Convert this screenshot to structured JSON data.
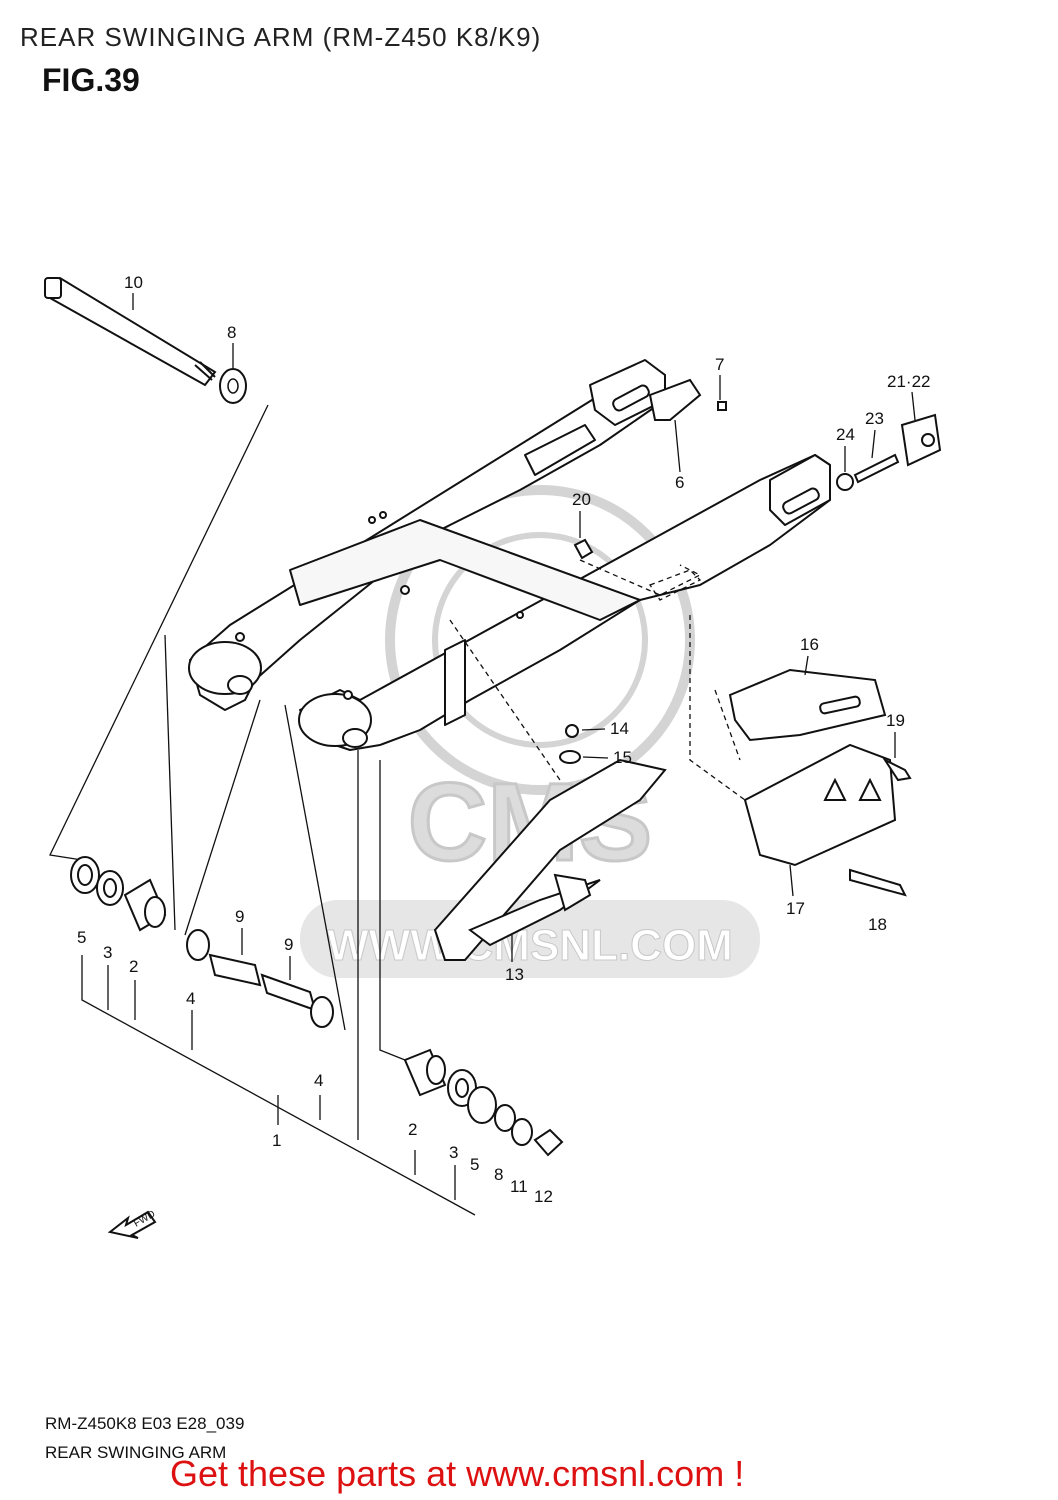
{
  "page": {
    "title": "REAR SWINGING ARM (RM-Z450 K8/K9)",
    "fig_label": "FIG.39",
    "diagram_code": "RM-Z450K8 E03 E28_039",
    "diagram_name": "REAR SWINGING ARM",
    "cta": "Get these parts at www.cmsnl.com !"
  },
  "watermark": {
    "brand": "CMS",
    "url": "WWW.CMSNL.COM"
  },
  "fwd_arrow": "FWD",
  "callouts": {
    "c1": "1",
    "c2a": "2",
    "c2b": "2",
    "c3a": "3",
    "c3b": "3",
    "c4a": "4",
    "c4b": "4",
    "c5a": "5",
    "c5b": "5",
    "c6": "6",
    "c7": "7",
    "c8a": "8",
    "c8b": "8",
    "c9a": "9",
    "c9b": "9",
    "c10": "10",
    "c11": "11",
    "c12": "12",
    "c13": "13",
    "c14": "14",
    "c15": "15",
    "c16": "16",
    "c17": "17",
    "c18": "18",
    "c19": "19",
    "c20": "20",
    "c21_22": "21·22",
    "c23": "23",
    "c24": "24"
  },
  "colors": {
    "line": "#111111",
    "watermark": "#d4d4d4",
    "cta": "#dd1111"
  }
}
